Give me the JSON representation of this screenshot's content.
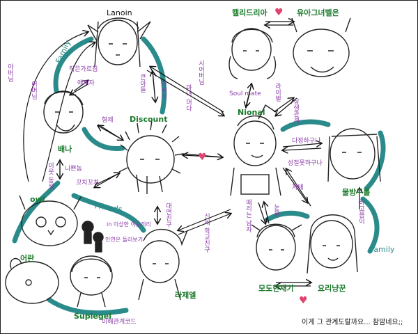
{
  "names": {
    "lanoin": "Lanoin",
    "discount": "Discount",
    "nional": "Nional",
    "owl": "owl",
    "supiegel": "Supiegel",
    "baena": "배나",
    "kallidria": "캘리드리아",
    "yuagnabyeol": "유아그녀벨은",
    "mulbangul": "물방구롤",
    "rajel": "라제엘",
    "moduhanjaegi": "모도한재기",
    "yoeuroggun": "요리냥꾼",
    "eoran": "어란"
  },
  "groups": {
    "family_left": "Family",
    "family_right": "Family",
    "friends": "Friends"
  },
  "relations": {
    "abeoji_left": "아버님",
    "eomeonim": "어머님",
    "jjeokjeok": "작은가르침",
    "aenip": "애제자",
    "keuntteul": "큰아들",
    "abeoji_mid": "아버지",
    "sidoi": "시어버님",
    "mamokdae": "마녀 머다",
    "hyeonjae": "형제",
    "dongseong": "이웃 동생",
    "nasung": "나쁜놈",
    "kokkochi": "꼬치꼬치",
    "daejeong": "대면친구",
    "soulmate": "Soul mate",
    "rivalry": "라이벌",
    "sangsaengjaemul": "상생관계",
    "dagwang": "다정하구나",
    "sengmyeong": "성질못하구나",
    "jajeong": "지배",
    "haesap": "하고쯤이",
    "ttaegeubyeol": "때리는 남자",
    "nunglyeon": "눈물",
    "sahyeon": "신세 학교친구",
    "aiensuriro": "이해관계코드",
    "qq_in": "in 이상한 이웃끼리",
    "qq_sub": "인연은 둘러보기"
  },
  "caption": "이게 그 관계도랄까요... 참맘네요;;",
  "colors": {
    "family_stroke": "#2b8a8a",
    "arrow": "#111111",
    "name": "#1a7a2a",
    "relation": "#8a3aa8",
    "heart": "#e0446e"
  }
}
